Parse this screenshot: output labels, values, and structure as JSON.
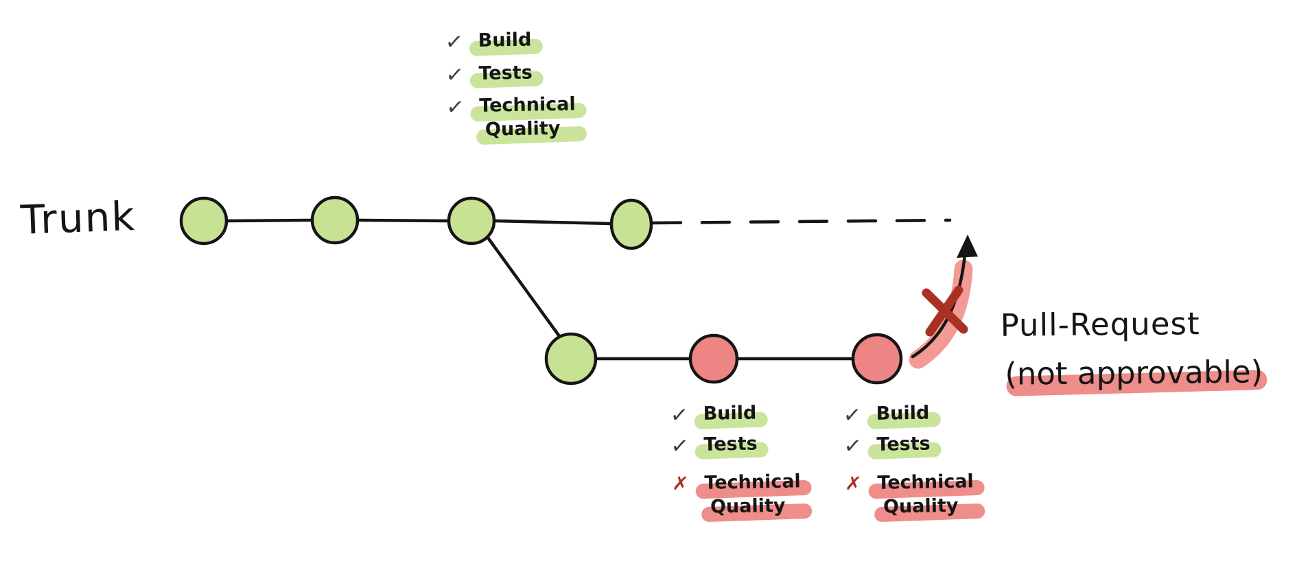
{
  "colors": {
    "ink": "#151515",
    "commit_green": "#c8e294",
    "commit_red": "#ee8585",
    "highlight_green": "#cbe49b",
    "highlight_red": "#ee8d8a",
    "arrow_highlight": "#f19b94",
    "cross_red": "#a93123",
    "check_ink": "#3d3d3d"
  },
  "trunk": {
    "label": "Trunk"
  },
  "graph": {
    "trunk_commits": 4,
    "branch_commits": 3,
    "branch_commit_states": [
      "green",
      "red",
      "red"
    ],
    "merge_arrow": "rejected"
  },
  "pull_request": {
    "line1": "Pull-Request",
    "line2": "(not approvable)"
  },
  "checklists": {
    "trunk_commit": {
      "items": [
        {
          "mark": "✓",
          "status": "pass",
          "lines": [
            "Build"
          ]
        },
        {
          "mark": "✓",
          "status": "pass",
          "lines": [
            "Tests"
          ]
        },
        {
          "mark": "✓",
          "status": "pass",
          "lines": [
            "Technical",
            "Quality"
          ]
        }
      ]
    },
    "branch_commit_1": {
      "items": [
        {
          "mark": "✓",
          "status": "pass",
          "lines": [
            "Build"
          ]
        },
        {
          "mark": "✓",
          "status": "pass",
          "lines": [
            "Tests"
          ]
        },
        {
          "mark": "✗",
          "status": "fail",
          "lines": [
            "Technical",
            "Quality"
          ]
        }
      ]
    },
    "branch_commit_2": {
      "items": [
        {
          "mark": "✓",
          "status": "pass",
          "lines": [
            "Build"
          ]
        },
        {
          "mark": "✓",
          "status": "pass",
          "lines": [
            "Tests"
          ]
        },
        {
          "mark": "✗",
          "status": "fail",
          "lines": [
            "Technical",
            "Quality"
          ]
        }
      ]
    }
  }
}
